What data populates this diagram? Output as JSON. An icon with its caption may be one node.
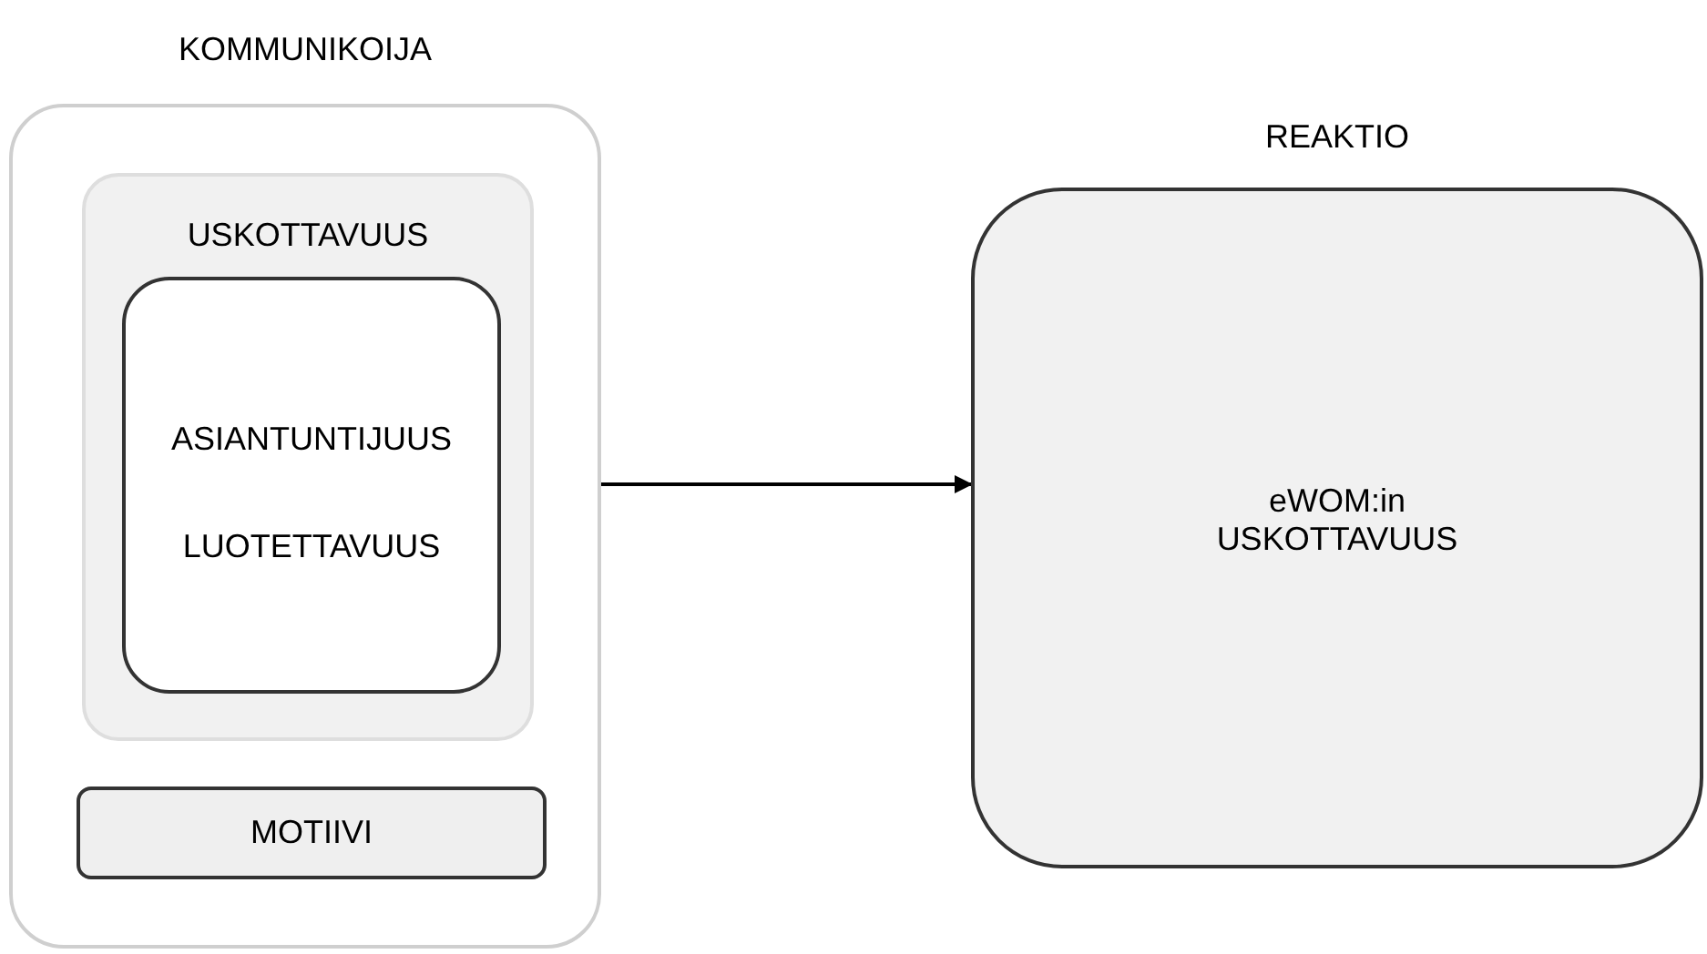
{
  "diagram": {
    "nodes": [
      {
        "text": [
          "KOMMUNIKOIJA"
        ]
      },
      {
        "text": [
          "USKOTTAVUUS"
        ],
        "in": 0
      },
      {
        "text": [
          "ASIANTUNTIJUUS",
          "LUOTETTAVUUS"
        ],
        "in": 1
      },
      {
        "text": [
          "MOTIIVI"
        ],
        "in": 0
      },
      {
        "text": [
          "REAKTIO",
          "eWOM:in USKOTTAVUUS"
        ]
      }
    ],
    "edges": [
      {
        "from": 0,
        "to": 4,
        "arrow": "to"
      }
    ]
  }
}
